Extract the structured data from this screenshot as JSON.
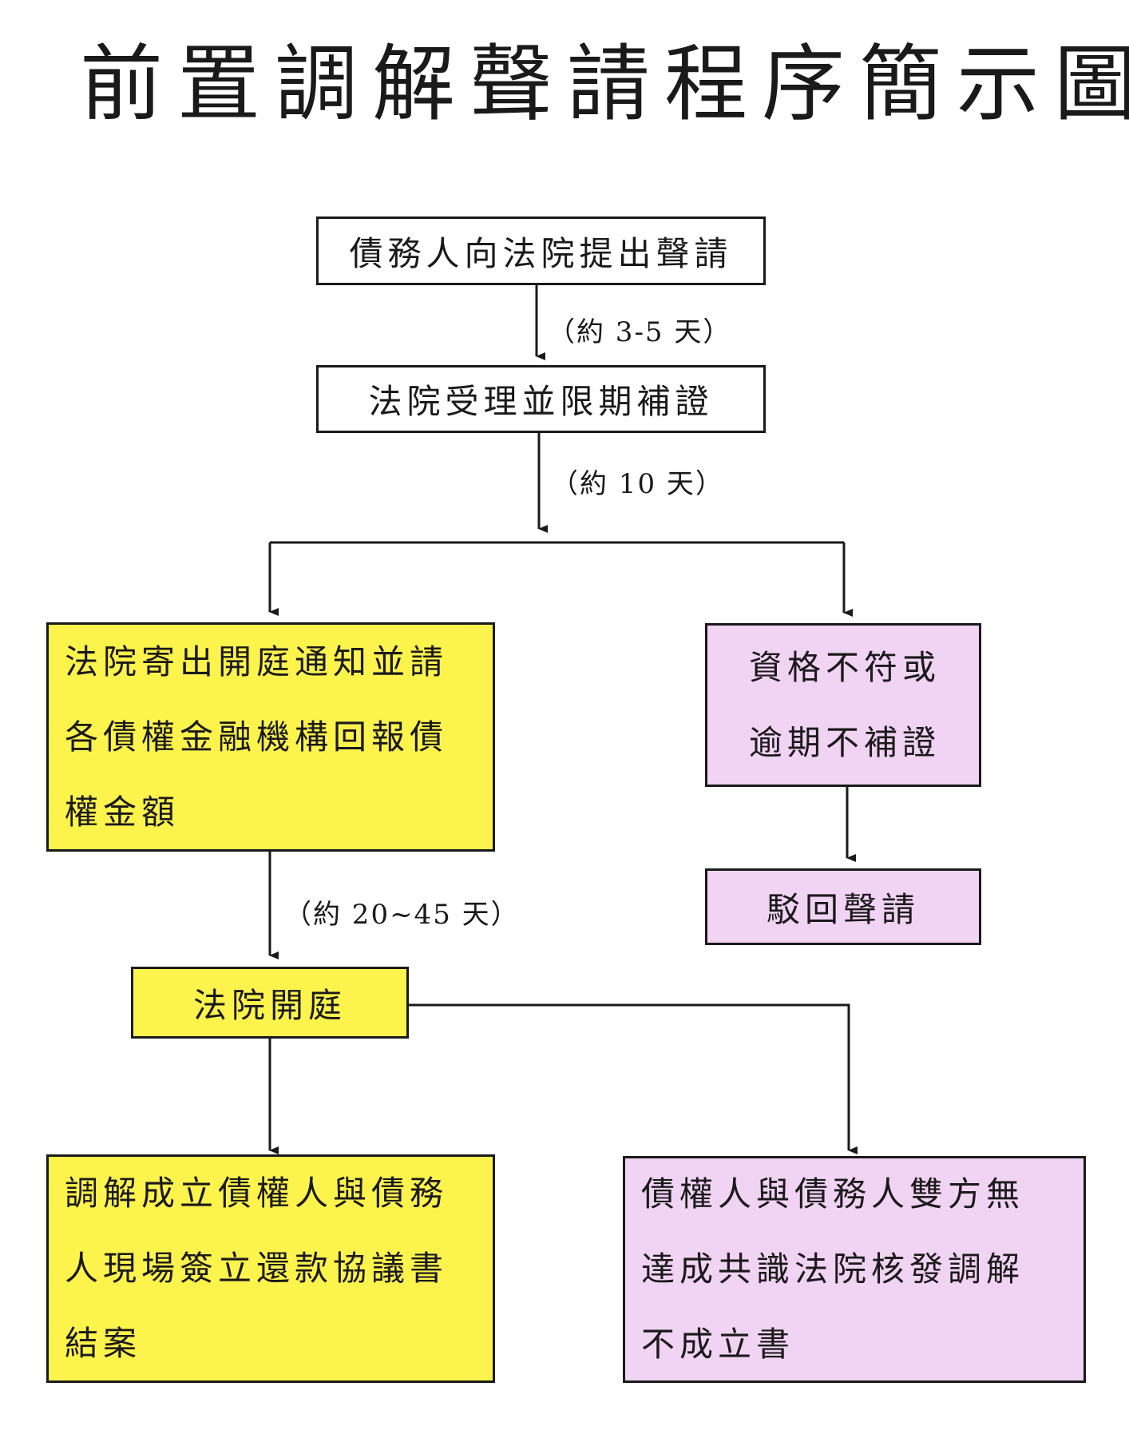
{
  "title": "前置調解聲請程序簡示圖",
  "steps": {
    "submit": "債務人向法院提出聲請",
    "accept": "法院受理並限期補證",
    "notify": "法院寄出開庭通知並請各債權金融機構回報債權金額",
    "notify_lines": [
      "法院寄出開庭通知並請",
      "各債權金融機構回報債",
      "權金額"
    ],
    "unqualified_lines": [
      "資格不符或",
      "逾期不補證"
    ],
    "reject": "駁回聲請",
    "hearing": "法院開庭",
    "success_lines": [
      "調解成立債權人與債務",
      "人現場簽立還款協議書",
      "結案"
    ],
    "failure_lines": [
      "債權人與債務人雙方無",
      "達成共識法院核發調解",
      "不成立書"
    ]
  },
  "durations": {
    "d1": "（約 3-5 天）",
    "d2": "（約 10 天）",
    "d3": "（約 20~45 天）"
  },
  "colors": {
    "yellow": "#fdf34d",
    "pink": "#f1d3f3",
    "line": "#1a1a1a"
  }
}
